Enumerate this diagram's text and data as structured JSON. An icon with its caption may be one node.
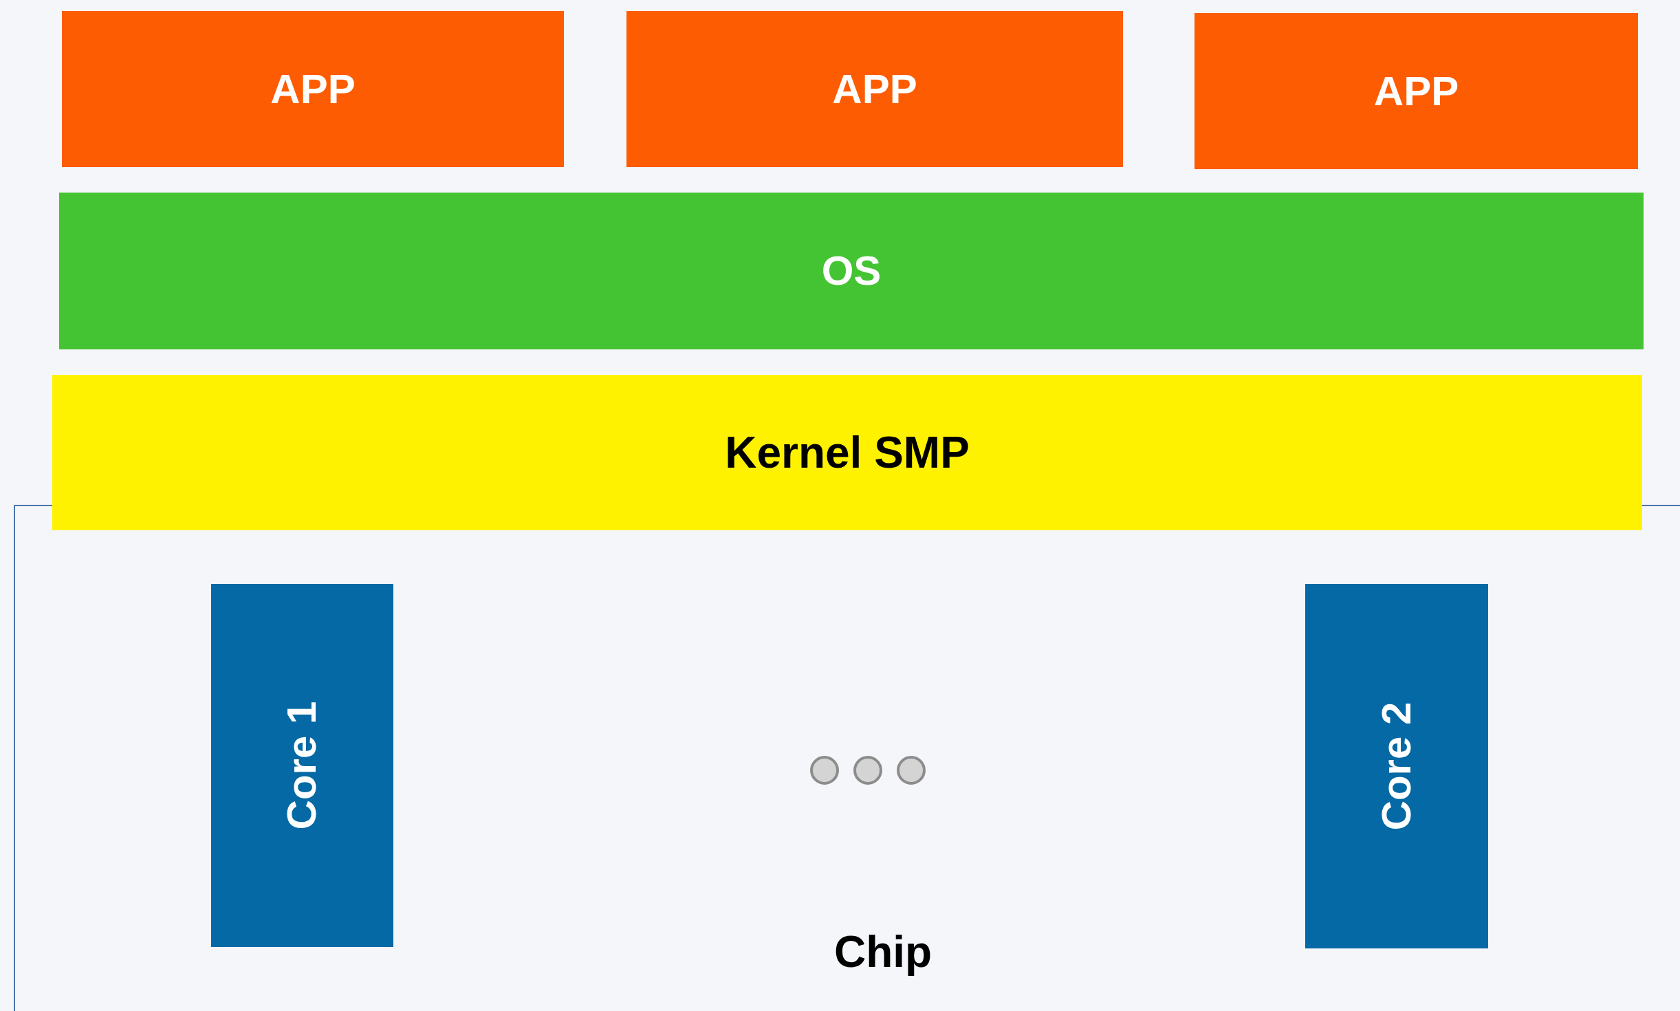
{
  "diagram": {
    "nodes": [
      {
        "text": [
          "APP"
        ]
      },
      {
        "text": [
          "APP"
        ]
      },
      {
        "text": [
          "APP"
        ]
      },
      {
        "text": [
          "OS"
        ]
      },
      {
        "text": [
          "Kernel SMP"
        ]
      },
      {
        "text": [
          "Chip"
        ]
      },
      {
        "text": [
          "Core 1"
        ],
        "in": 5
      },
      {
        "text": [
          "Core 2"
        ],
        "in": 5
      }
    ]
  }
}
